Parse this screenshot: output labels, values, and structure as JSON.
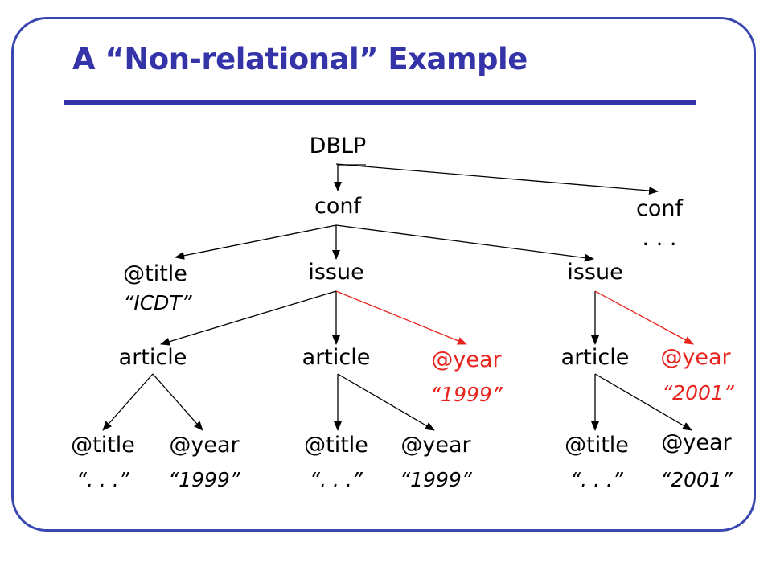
{
  "slide": {
    "title": "A “Non-relational” Example"
  },
  "tree": {
    "root": "DBLP",
    "conf_1": "conf",
    "conf_2": "conf",
    "conf_2_more": ". . .",
    "conf_title_attr": "@title",
    "conf_title_value": "“ICDT”",
    "issue_1": "issue",
    "issue_2": "issue",
    "article_1": "article",
    "article_2": "article",
    "article_3": "article",
    "issue_1_year_attr": "@year",
    "issue_1_year_value": "“1999”",
    "issue_2_year_attr": "@year",
    "issue_2_year_value": "“2001”",
    "a1_title_attr": "@title",
    "a1_title_value": "“. . .”",
    "a1_year_attr": "@year",
    "a1_year_value": "“1999”",
    "a2_title_attr": "@title",
    "a2_title_value": "“. . .”",
    "a2_year_attr": "@year",
    "a2_year_value": "“1999”",
    "a3_title_attr": "@title",
    "a3_title_value": "“. . .”",
    "a3_year_attr": "@year",
    "a3_year_value": "“2001”"
  },
  "colors": {
    "frame": "#3b47b0",
    "title": "#3434a8",
    "edge": "#000000",
    "highlight": "#e8231c"
  }
}
